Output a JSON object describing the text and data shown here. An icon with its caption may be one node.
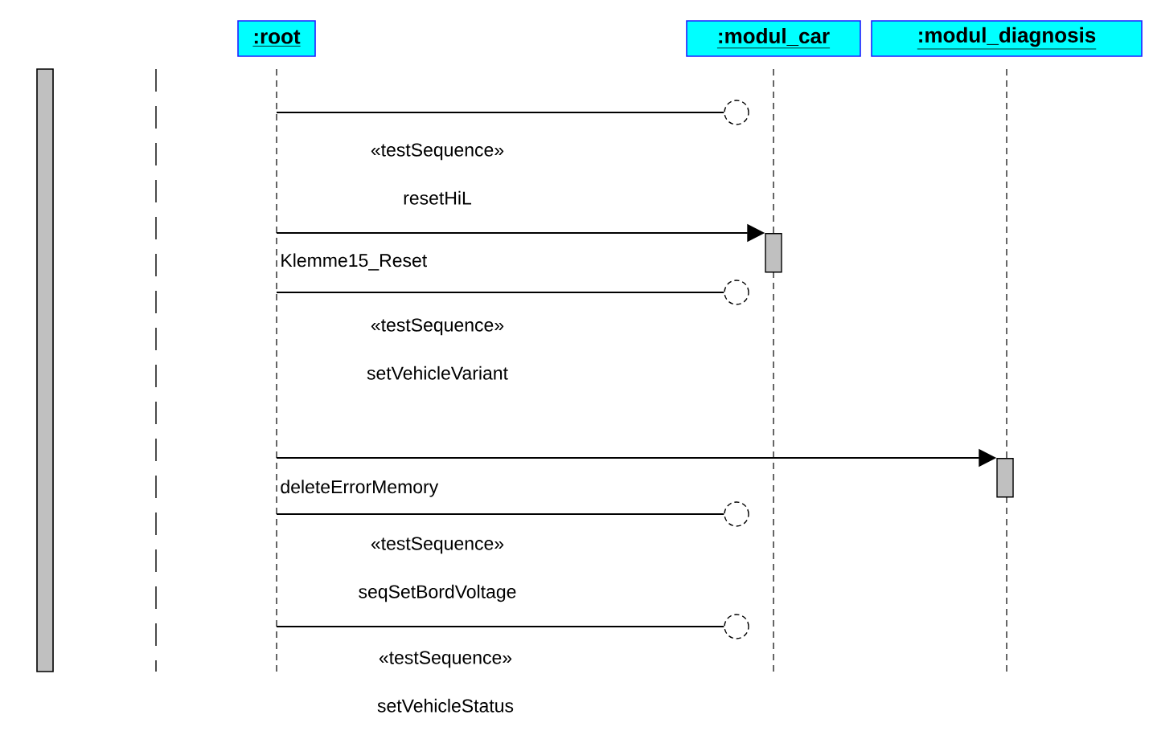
{
  "diagram": {
    "nodes": [
      {
        "text": [
          ":root"
        ]
      },
      {
        "text": [
          ":modul_car"
        ]
      },
      {
        "text": [
          ":modul_diagnosis"
        ]
      },
      {
        "text": [],
        "shape": "bar"
      },
      {
        "text": [],
        "shape": "bar"
      },
      {
        "text": [],
        "shape": "circle"
      },
      {
        "text": [],
        "shape": "circle"
      },
      {
        "text": [],
        "shape": "circle"
      },
      {
        "text": [],
        "shape": "circle"
      }
    ],
    "edges": [
      {
        "from": 0,
        "to": 5,
        "arrow": "none",
        "label": "«testSequence» resetHiL"
      },
      {
        "from": 0,
        "to": 3,
        "arrow": "to",
        "label": "Klemme15_Reset"
      },
      {
        "from": 0,
        "to": 6,
        "arrow": "none",
        "label": "«testSequence» setVehicleVariant"
      },
      {
        "from": 0,
        "to": 4,
        "arrow": "to",
        "label": "deleteErrorMemory"
      },
      {
        "from": 0,
        "to": 7,
        "arrow": "none",
        "label": "«testSequence» seqSetBordVoltage"
      },
      {
        "from": 0,
        "to": 8,
        "arrow": "none",
        "label": "«testSequence» setVehicleStatus"
      }
    ]
  }
}
